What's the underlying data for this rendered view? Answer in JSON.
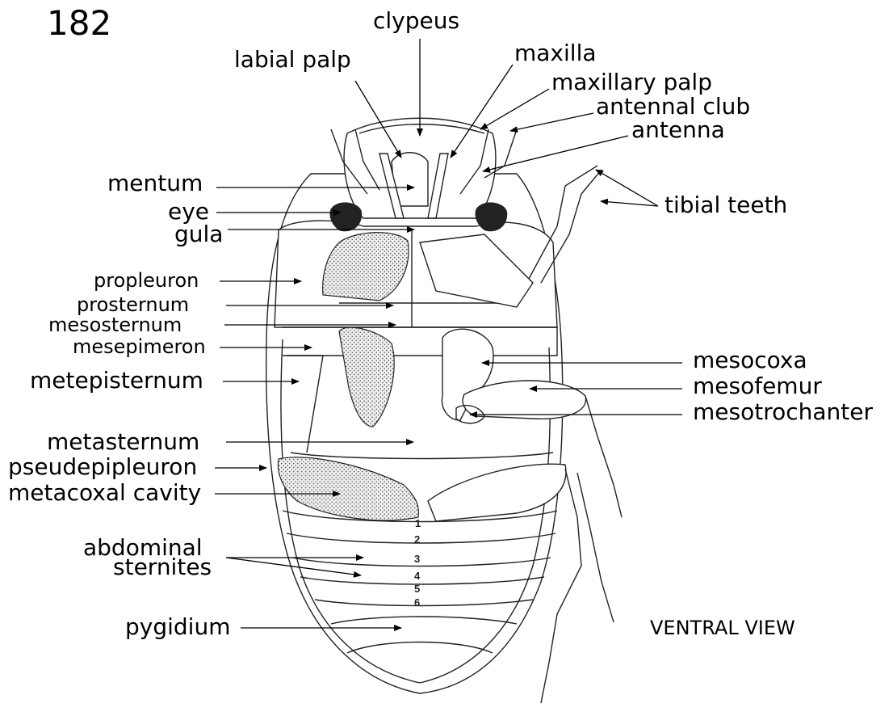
{
  "figure_number": "182",
  "view_label": "VENTRAL VIEW",
  "labels": {
    "clypeus": "clypeus",
    "labial_palp": "labial palp",
    "maxilla": "maxilla",
    "maxillary_palp": "maxillary palp",
    "antennal_club": "antennal club",
    "antenna": "antenna",
    "mentum": "mentum",
    "eye": "eye",
    "gula": "gula",
    "tibial_teeth": "tibial teeth",
    "propleuron": "propleuron",
    "prosternum": "prosternum",
    "mesosternum": "mesosternum",
    "mesepimeron": "mesepimeron",
    "metepisternum": "metepisternum",
    "mesocoxa": "mesocoxa",
    "mesofemur": "mesofemur",
    "mesotrochanter": "mesotrochanter",
    "metasternum": "metasternum",
    "pseudepipleuron": "pseudepipleuron",
    "metacoxal_cavity": "metacoxal cavity",
    "abdominal_sternites_1": "abdominal",
    "abdominal_sternites_2": "sternites",
    "pygidium": "pygidium"
  },
  "sternite_numbers": [
    "1",
    "2",
    "3",
    "4",
    "5",
    "6"
  ],
  "colors": {
    "ink": "#000000",
    "stipple": "#888888",
    "eye": "#222222"
  }
}
